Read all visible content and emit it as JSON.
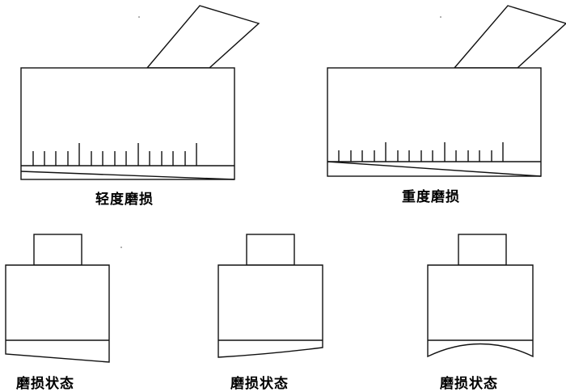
{
  "figure": {
    "captions": {
      "light_wear": "轻度磨损",
      "heavy_wear": "重度磨损",
      "wear_state_1": "磨损状态",
      "wear_state_2": "磨损状态",
      "wear_state_3": "磨损状态"
    }
  }
}
